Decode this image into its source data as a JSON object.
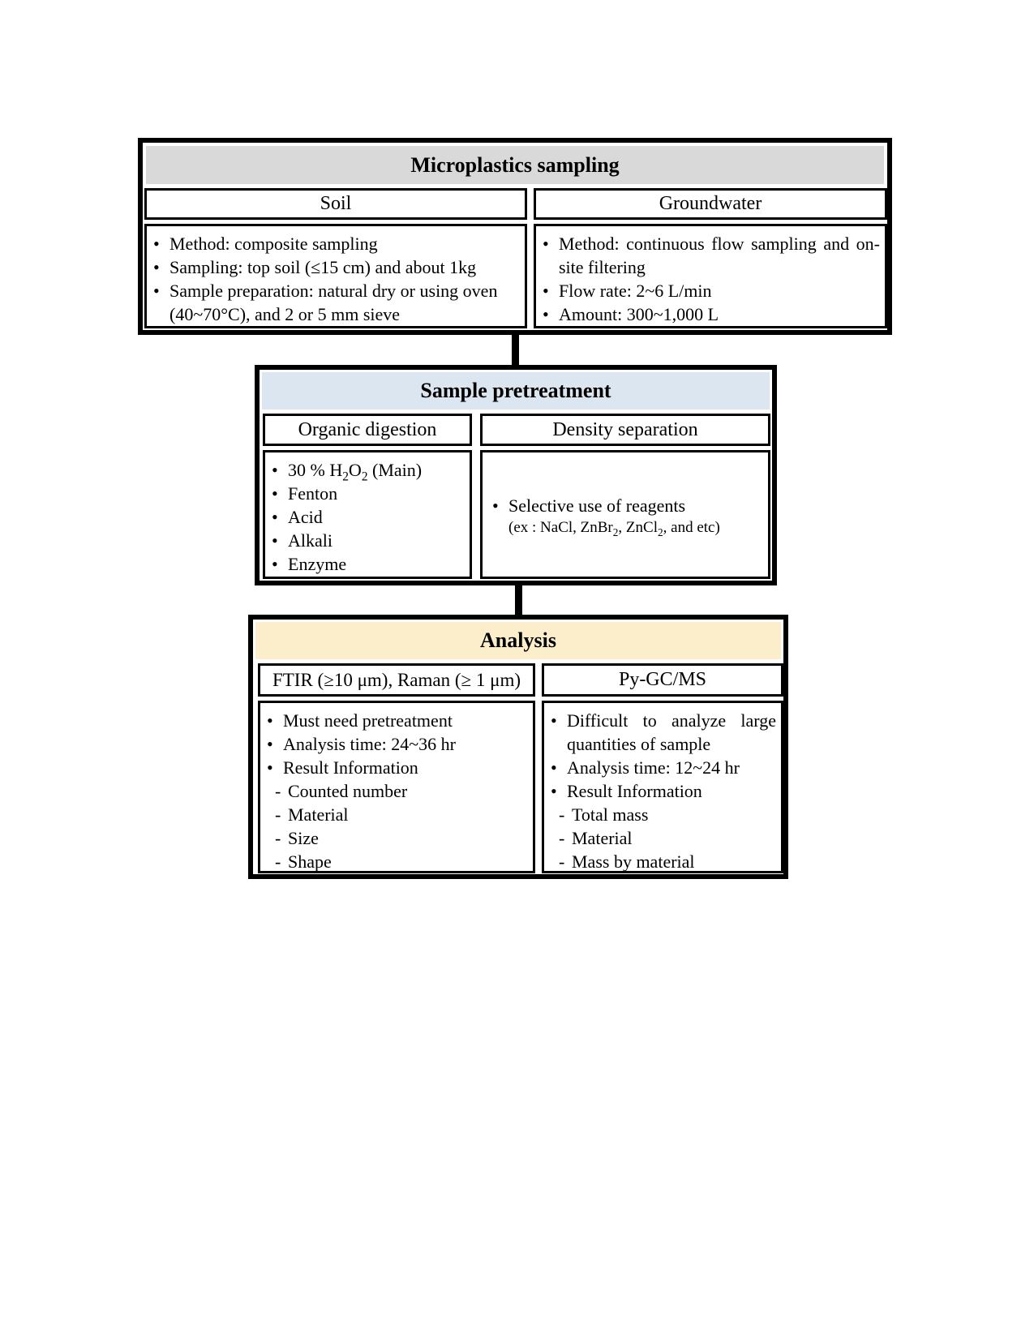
{
  "chars": {
    "bullet": "•",
    "dash": "-"
  },
  "colors": {
    "page_bg": "#ffffff",
    "border": "#000000",
    "box1_header_bg": "#d9d9d9",
    "box2_header_bg": "#dce6f1",
    "box3_header_bg": "#fdeecb"
  },
  "box1": {
    "title": "Microplastics sampling",
    "col1": {
      "header": "Soil",
      "bullets": [
        "Method: composite sampling",
        "Sampling: top soil (≤15 cm) and about 1kg",
        "Sample preparation: natural dry or using oven (40~70°C), and 2 or 5 mm sieve"
      ]
    },
    "col2": {
      "header": "Groundwater",
      "bullets": [
        "Method: continuous flow sampling and on-site filtering",
        "Flow rate: 2~6 L/min",
        "Amount: 300~1,000 L"
      ]
    }
  },
  "box2": {
    "title": "Sample pretreatment",
    "col1": {
      "header": "Organic digestion",
      "h2o2": {
        "pre": "30 % H",
        "sub1": "2",
        "mid": "O",
        "sub2": "2",
        "post": " (Main)"
      },
      "bullets": [
        "Fenton",
        "Acid",
        "Alkali",
        "Enzyme"
      ]
    },
    "col2": {
      "header": "Density separation",
      "b1": "Selective use of reagents",
      "ex": {
        "pre": "(ex : NaCl, ZnBr",
        "sub1": "2",
        "mid": ", ZnCl",
        "sub2": "2",
        "post": ", and etc)"
      }
    }
  },
  "box3": {
    "title": "Analysis",
    "col1": {
      "header": "FTIR (≥10 μm), Raman (≥ 1 μm)",
      "bullets": [
        "Must need pretreatment",
        "Analysis time: 24~36 hr",
        "Result Information"
      ],
      "subitems": [
        "Counted number",
        "Material",
        "Size",
        "Shape"
      ]
    },
    "col2": {
      "header": "Py-GC/MS",
      "bullets": [
        "Difficult to analyze large quantities of sample",
        "Analysis time: 12~24 hr",
        "Result Information"
      ],
      "subitems": [
        "Total mass",
        "Material",
        "Mass by material"
      ]
    }
  }
}
